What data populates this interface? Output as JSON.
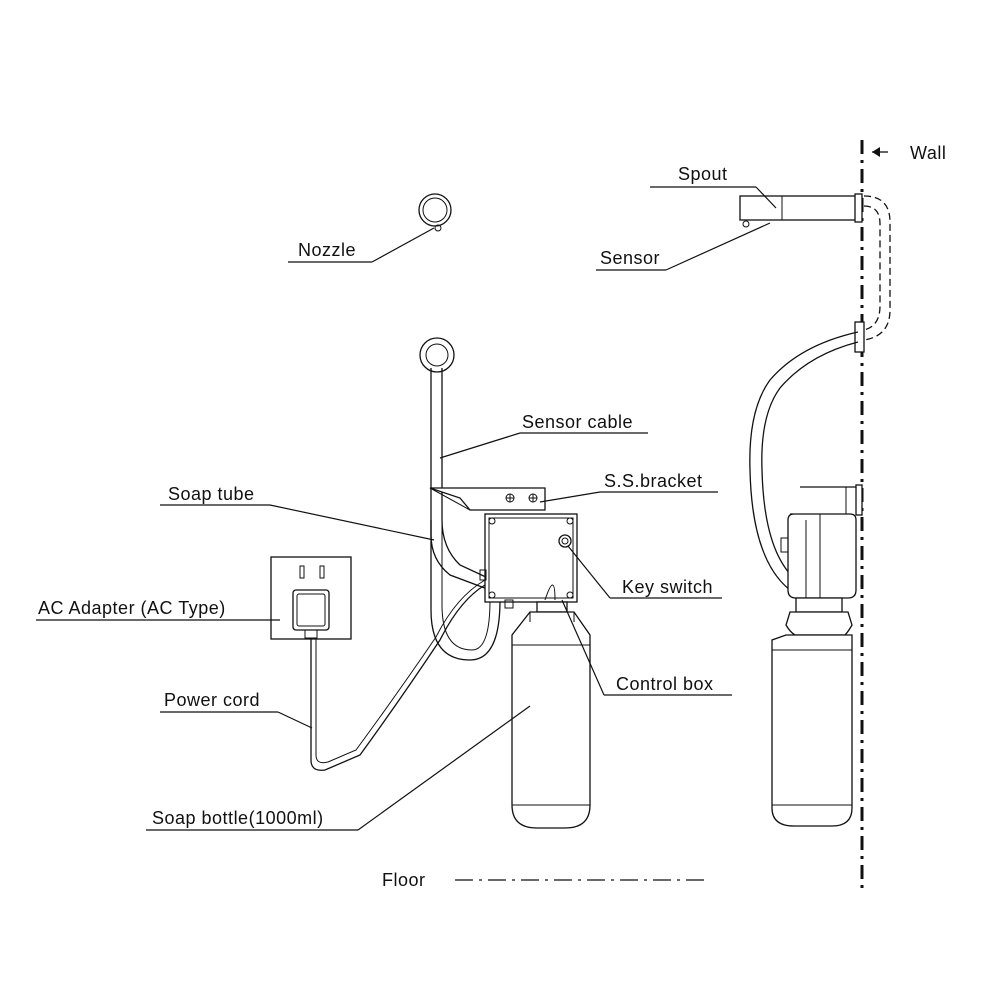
{
  "labels": {
    "nozzle": "Nozzle",
    "spout": "Spout",
    "sensor": "Sensor",
    "wall": "Wall",
    "sensor_cable": "Sensor cable",
    "ss_bracket": "S.S.bracket",
    "soap_tube": "Soap tube",
    "key_switch": "Key switch",
    "ac_adapter": "AC Adapter (AC Type)",
    "control_box": "Control box",
    "power_cord": "Power cord",
    "soap_bottle": "Soap bottle(1000ml)",
    "floor": "Floor"
  }
}
